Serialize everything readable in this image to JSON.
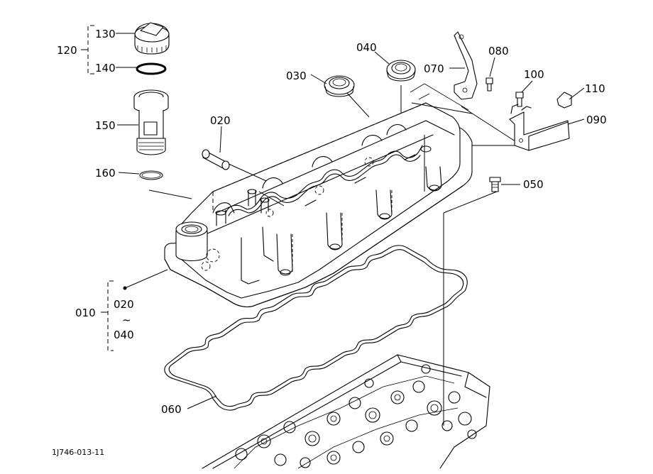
{
  "labels": {
    "p010": "010",
    "p020": "020",
    "p030": "030",
    "p040": "040",
    "p050": "050",
    "p060": "060",
    "p070": "070",
    "p080": "080",
    "p090": "090",
    "p100": "100",
    "p110": "110",
    "p120": "120",
    "p130": "130",
    "p140": "140",
    "p150": "150",
    "p160": "160",
    "range_from": "020",
    "range_tilde": "~",
    "range_to": "040"
  },
  "figure_id": "1J746-013-11"
}
